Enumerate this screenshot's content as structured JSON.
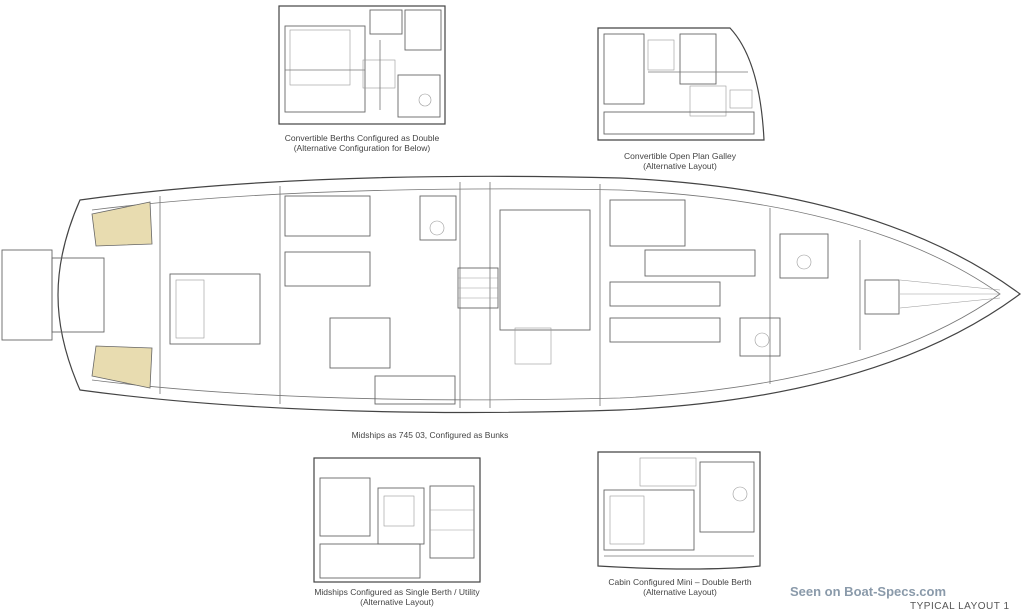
{
  "captions": {
    "top_left": {
      "line1": "Convertible Berths Configured as Double",
      "line2": "(Alternative Configuration for Below)"
    },
    "top_right": {
      "line1": "Convertible Open Plan Galley",
      "line2": "(Alternative Layout)"
    },
    "main": {
      "line1": "Midships as 745 03, Configured as Bunks"
    },
    "bottom_left": {
      "line1": "Midships Configured as Single Berth / Utility",
      "line2": "(Alternative Layout)"
    },
    "bottom_right": {
      "line1": "Cabin Configured Mini – Double Berth",
      "line2": "(Alternative Layout)"
    }
  },
  "watermark": "Seen on Boat-Specs.com",
  "layout_label": "TYPICAL LAYOUT 1",
  "colors": {
    "line": "#444444",
    "deck_accent": "#e8dcb0",
    "watermark": "#8a9aaa"
  }
}
